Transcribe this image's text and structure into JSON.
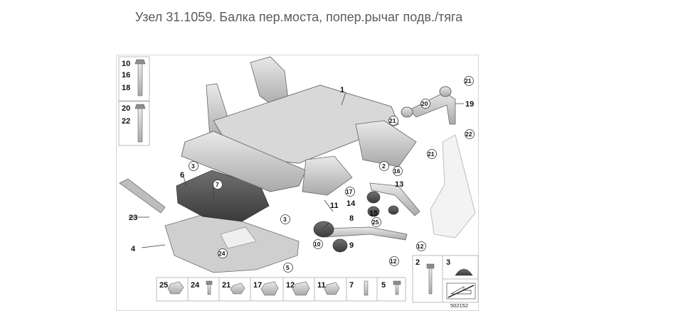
{
  "title": "Узел 31.1059. Балка пер.моста, попер.рычаг подв./тяга",
  "diagram_id": "502152",
  "left_panel": {
    "group_a": [
      "10",
      "16",
      "18"
    ],
    "group_b": [
      "20",
      "22"
    ]
  },
  "callouts": {
    "c1": "1",
    "c2": "2",
    "c3a": "3",
    "c3b": "3",
    "c4": "4",
    "c5": "5",
    "c6": "6",
    "c7": "7",
    "c8": "8",
    "c9": "9",
    "c10": "10",
    "c11": "11",
    "c12a": "12",
    "c12b": "12",
    "c13": "13",
    "c14": "14",
    "c15": "15",
    "c16": "16",
    "c17": "17",
    "c19": "19",
    "c20": "20",
    "c21a": "21",
    "c21b": "21",
    "c21c": "21",
    "c22": "22",
    "c23": "23",
    "c24": "24",
    "c25": "25"
  },
  "parts_strip": [
    "25",
    "24",
    "21",
    "17",
    "12",
    "11",
    "7",
    "5"
  ],
  "right_panel": {
    "bolt": "2",
    "cap": "3"
  }
}
